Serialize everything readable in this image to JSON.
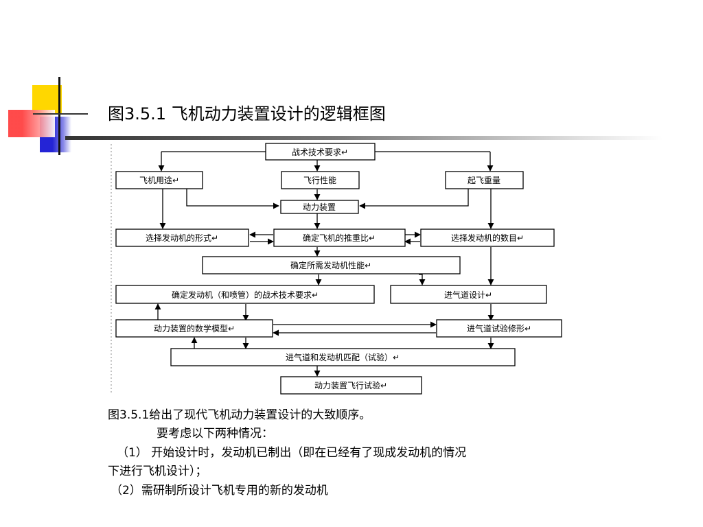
{
  "slide_title": "图3.5.1  飞机动力装置设计的逻辑框图",
  "diagram": {
    "nodes": {
      "zhanshu": "战术技术要求↵",
      "yongtu": "飞机用途↵",
      "xingneng": "飞行性能",
      "qifei": "起飞重量",
      "dongli": "动力装置",
      "xingshi": "选择发动机的形式↵",
      "tuizhong": "确定飞机的推重比↵",
      "shumu": "选择发动机的数目↵",
      "suoxu": "确定所需发动机性能↵",
      "yaoqiu": "确定发动机（和喷管）的战术技术要求↵",
      "jinqi": "进气道设计↵",
      "moxing": "动力装置的数学模型↵",
      "xiuxing": "进气道试验修形↵",
      "pipei": "进气道和发动机匹配（试验）↵",
      "feixing": "动力装置飞行试验↵"
    }
  },
  "body_text": {
    "line1": "图3.5.1给出了现代飞机动力装置设计的大致顺序。",
    "line2": "要考虑以下两种情况：",
    "line3": "（1） 开始设计时，发动机已制出（即在已经有了现成发动机的情况",
    "line4": "下进行飞机设计）；",
    "line5": "（2）需研制所设计飞机专用的新的发动机"
  },
  "colors": {
    "deco_yellow": "#FFD700",
    "deco_red": "#FF3B3B",
    "deco_blue": "#2424D6"
  }
}
